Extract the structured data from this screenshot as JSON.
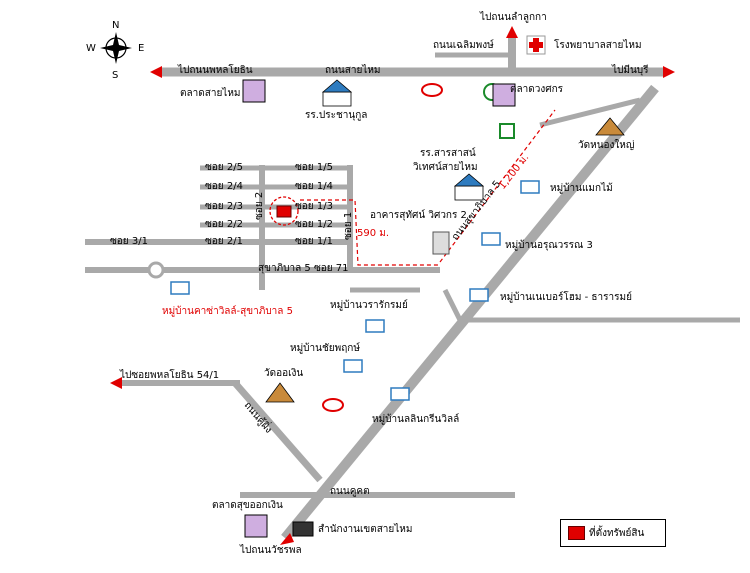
{
  "compass": {
    "n": "N",
    "s": "S",
    "e": "E",
    "w": "W"
  },
  "roads": {
    "sai_mai": "ถนนสายไหม",
    "chaloem_phong": "ถนนเฉลิมพงษ์",
    "sukhaphiban5": "ถนนสุขาภิบาล 5",
    "kho_ngern": "ถนนคู้ผิ่ง",
    "khu_bon": "ถนนคูคต",
    "soi_sukhaphiban5_71": "สุขาภิบาล 5 ซอย 71"
  },
  "directions": {
    "to_phahonyothin": "ไปถนนพหลโยธิน",
    "to_lamlukka": "ไปถนนลำลูกกา",
    "to_minburi": "ไปมีนบุรี",
    "to_soi_phahonyothin_54_1": "ไปซอยพหลโยธิน 54/1",
    "to_watcharaphon": "ไปถนนวัชรพล"
  },
  "sois": {
    "s2_5": "ซอย 2/5",
    "s2_4": "ซอย 2/4",
    "s2_3": "ซอย 2/3",
    "s2_2": "ซอย 2/2",
    "s2_1": "ซอย 2/1",
    "s1_5": "ซอย 1/5",
    "s1_4": "ซอย 1/4",
    "s1_3": "ซอย 1/3",
    "s1_2": "ซอย 1/2",
    "s1_1": "ซอย 1/1",
    "s3_1": "ซอย 3/1",
    "s2": "ซอย 2",
    "s1": "ซอย 1"
  },
  "distances": {
    "d590": "590 ม.",
    "d1200": "1,200 ม."
  },
  "places": {
    "hospital": "โรงพยาบาลสายไหม",
    "talad_sai_mai": "ตลาดสายไหม",
    "school_pracha": "รร.ประชานุกูล",
    "talad_wongkot": "ตลาดวงศกร",
    "wat_nong_yai": "วัดหนองใหญ่",
    "school_saras_1": "รร.สารสาสน์",
    "school_saras_2": "วิเทศน์สายไหม",
    "mb_maemai": "หมู่บ้านแมกไม้",
    "arkarn": "อาคารสุทัศน์ วิศวกร 2",
    "mb_arun": "หมู่บ้านอรุณวรรณ 3",
    "mb_casa": "หมู่บ้านคาซ่าวิลล์-สุขาภิบาล 5",
    "mb_neighbor": "หมู่บ้านเนเบอร์โฮม - ธารารมย์",
    "mb_wara": "หมู่บ้านวรารักรมย์",
    "mb_chai": "หมู่บ้านชัยพฤกษ์",
    "wat_oengern": "วัดออเงิน",
    "mb_lalin": "หมู่บ้านลลินกรีนวิลล์",
    "talad_sukoon": "ตลาดสุขออกเงิน",
    "district_office": "สำนักงานเขตสายไหม"
  },
  "legend": {
    "label": "ที่ตั้งทรัพย์สิน",
    "color": "#e00000"
  },
  "colors": {
    "road": "#a9a9a9",
    "accent": "#e00000",
    "bldg_roof": "#2e7bbf",
    "bldg_body": "#ffffff",
    "temple": "#c98a3a"
  }
}
